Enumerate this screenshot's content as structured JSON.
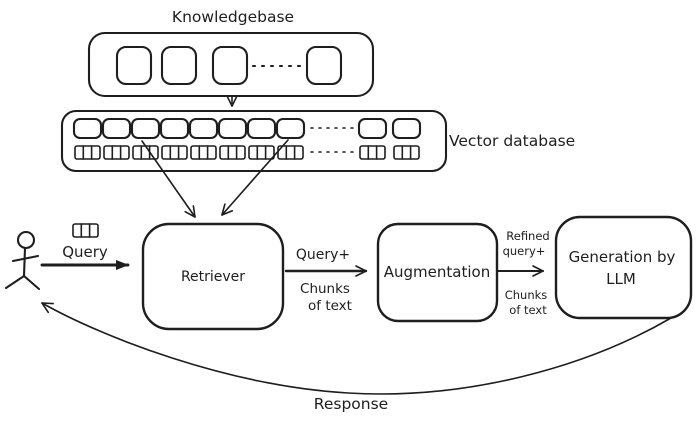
{
  "colors": {
    "ink": "#1e1e1e",
    "background": "#ffffff"
  },
  "nodes": {
    "knowledgebase": {
      "label": "Knowledgebase"
    },
    "vector_database": {
      "label": "Vector database"
    },
    "retriever": {
      "label": "Retriever"
    },
    "augmentation": {
      "label": "Augmentation"
    },
    "generation": {
      "lines": [
        "Generation by",
        "LLM"
      ]
    }
  },
  "edges": {
    "query": {
      "label": "Query"
    },
    "retriever_to_augmentation": {
      "lines": [
        "Query+",
        "Chunks",
        "of text"
      ]
    },
    "augmentation_to_generation": {
      "lines": [
        "Refined",
        "query+",
        "Chunks",
        "of text"
      ]
    },
    "response": {
      "label": "Response"
    }
  }
}
